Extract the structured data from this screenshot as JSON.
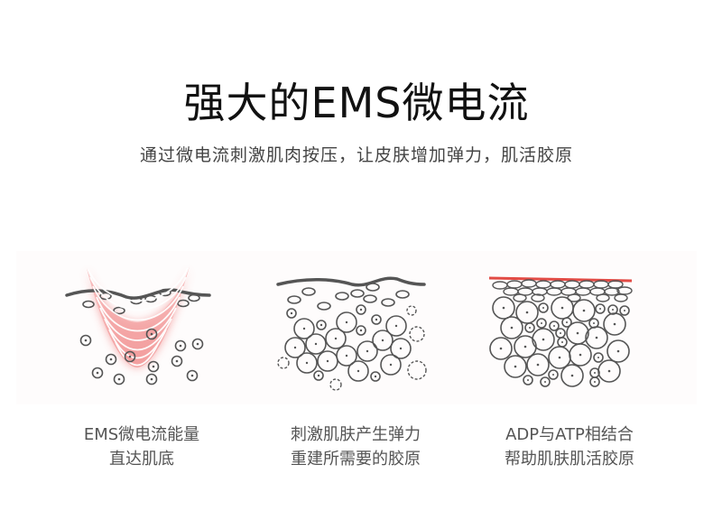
{
  "header": {
    "title": "强大的EMS微电流",
    "subtitle": "通过微电流刺激肌肉按压，让皮肤增加弹力，肌活胶原"
  },
  "colors": {
    "accent_red": "#e24b45",
    "glow_pink": "#f4a7a7",
    "line_gray": "#555555",
    "title_text": "#111111",
    "caption_text": "#555555"
  },
  "steps": [
    {
      "icon": "ems-current-skin-diagram",
      "caption_line1": "EMS微电流能量",
      "caption_line2": "直达肌底"
    },
    {
      "icon": "skin-cells-elasticity-diagram",
      "caption_line1": "刺激肌肤产生弹力",
      "caption_line2": "重建所需要的胶原"
    },
    {
      "icon": "dense-collagen-cells-diagram",
      "caption_line1": "ADP与ATP相结合",
      "caption_line2": "帮助肌肤肌活胶原"
    }
  ]
}
